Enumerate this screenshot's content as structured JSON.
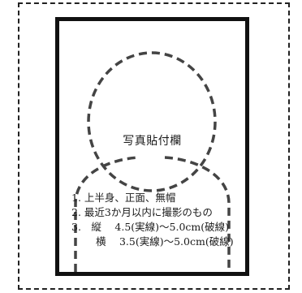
{
  "photo": {
    "label": "写真貼付欄"
  },
  "requirements": [
    "1. 上半身、正面、無帽",
    "2. 最近3か月以内に撮影のもの",
    "3.　縦　 4.5(実線)～5.0cm(破線)",
    "横　 3.5(実線)～5.0cm(破線)"
  ],
  "colors": {
    "frame": "#111111",
    "dash": "#444444"
  }
}
